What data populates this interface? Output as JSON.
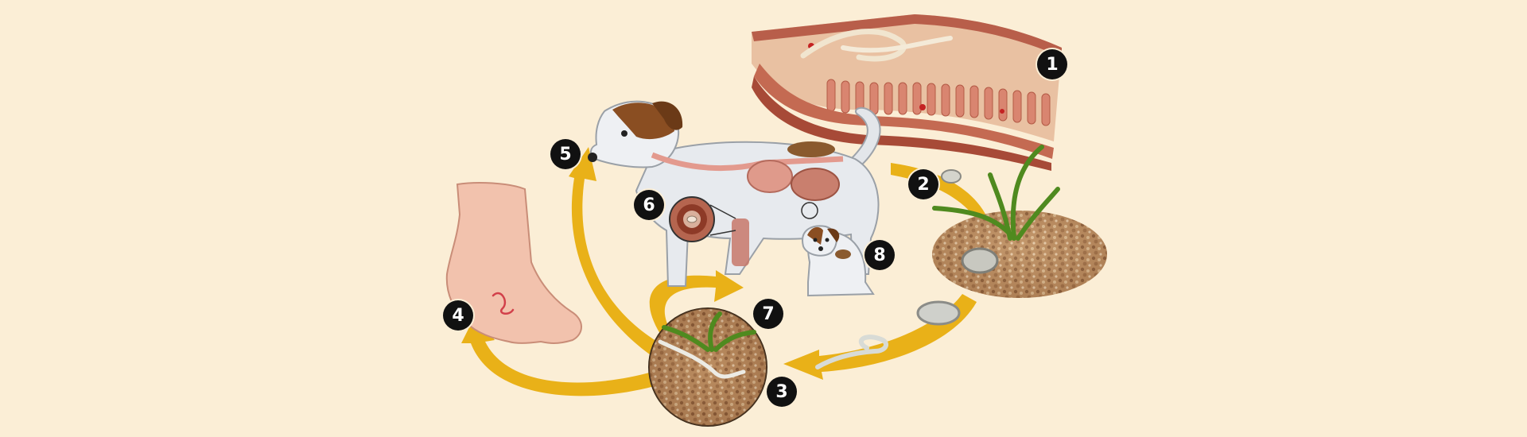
{
  "colors": {
    "background": "#fbeed6",
    "arrow": "#e9b118",
    "badge": "#111111",
    "badge_text": "#ffffff",
    "intestine": "#c96f58",
    "soil": "#b6875a"
  },
  "stages": [
    {
      "number": "1",
      "illustrates": "adult-worms-in-intestine"
    },
    {
      "number": "2",
      "illustrates": "egg-passed-in-feces"
    },
    {
      "number": "3",
      "illustrates": "larvae-in-soil"
    },
    {
      "number": "4",
      "illustrates": "skin-penetration-human-foot"
    },
    {
      "number": "5",
      "illustrates": "oral-ingestion-by-dog"
    },
    {
      "number": "6",
      "illustrates": "larvae-in-tissue"
    },
    {
      "number": "7",
      "illustrates": "skin-penetration-dog-paw"
    },
    {
      "number": "8",
      "illustrates": "transmission-to-puppy"
    }
  ]
}
